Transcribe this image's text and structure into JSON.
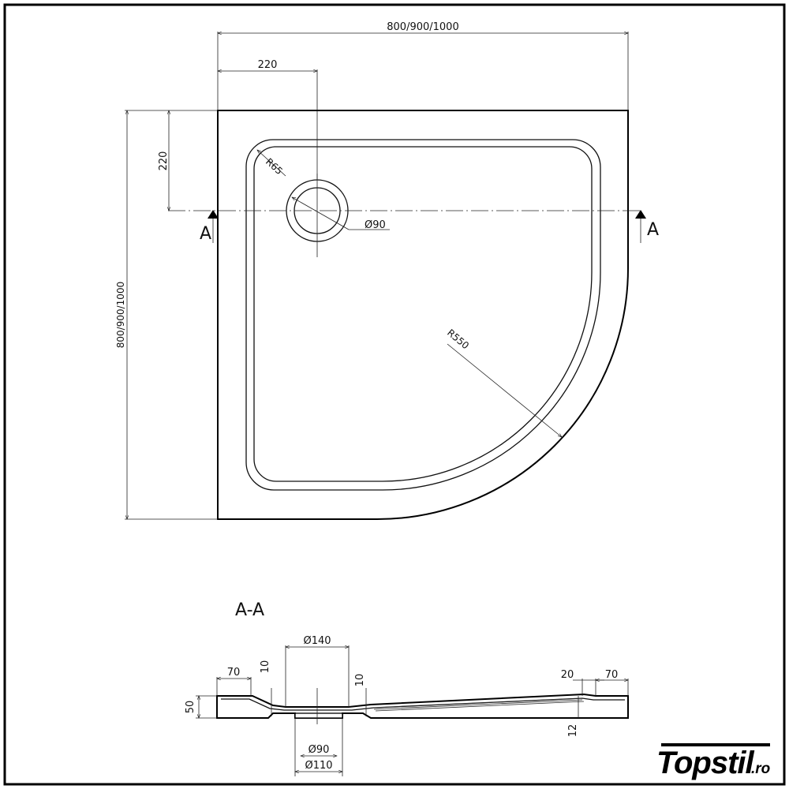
{
  "plan_view": {
    "overall_width": "800/900/1000",
    "overall_depth": "800/900/1000",
    "drain_offset_x": "220",
    "drain_offset_y": "220",
    "corner_radius": "R65",
    "drain_diameter": "Ø90",
    "curve_radius": "R550",
    "section_mark_left": "A",
    "section_mark_right": "A"
  },
  "section_view": {
    "title": "A-A",
    "drain_outer": "Ø140",
    "drain_bore": "Ø90",
    "drain_pipe": "Ø110",
    "height": "50",
    "left_rim": "70",
    "right_rim": "70",
    "right_step": "20",
    "drop_left": "10",
    "drop_right": "10",
    "bottom_gap": "12"
  },
  "brand": {
    "name": "Topstil",
    "suffix": ".ro"
  }
}
